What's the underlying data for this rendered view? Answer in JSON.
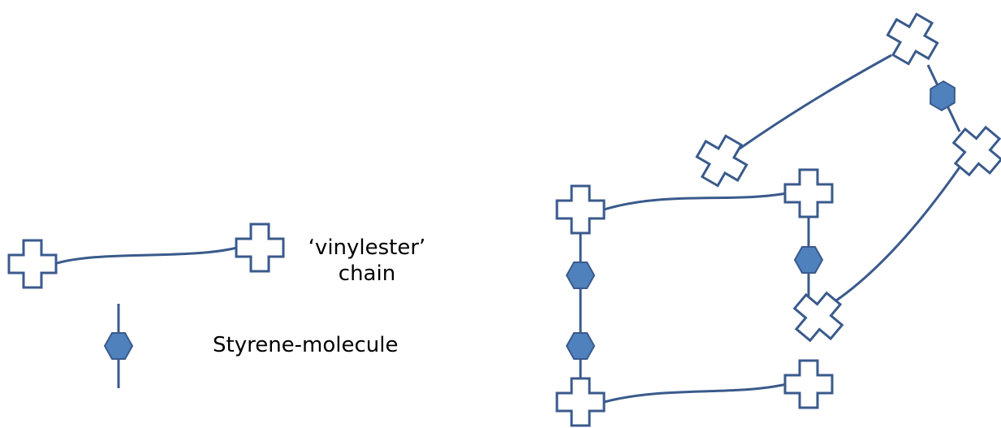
{
  "legend": {
    "chain_label_line1": "‘vinylester’",
    "chain_label_line2": "chain",
    "styrene_label": "Styrene-molecule"
  },
  "colors": {
    "line": "#3a5a8c",
    "hexagon_fill": "#4f81bd",
    "hexagon_stroke": "#3a5a8c",
    "cross_fill": "#ffffff",
    "background": "#ffffff"
  },
  "icons": {
    "monomer_unit": "cross-icon",
    "styrene": "hexagon-icon"
  }
}
